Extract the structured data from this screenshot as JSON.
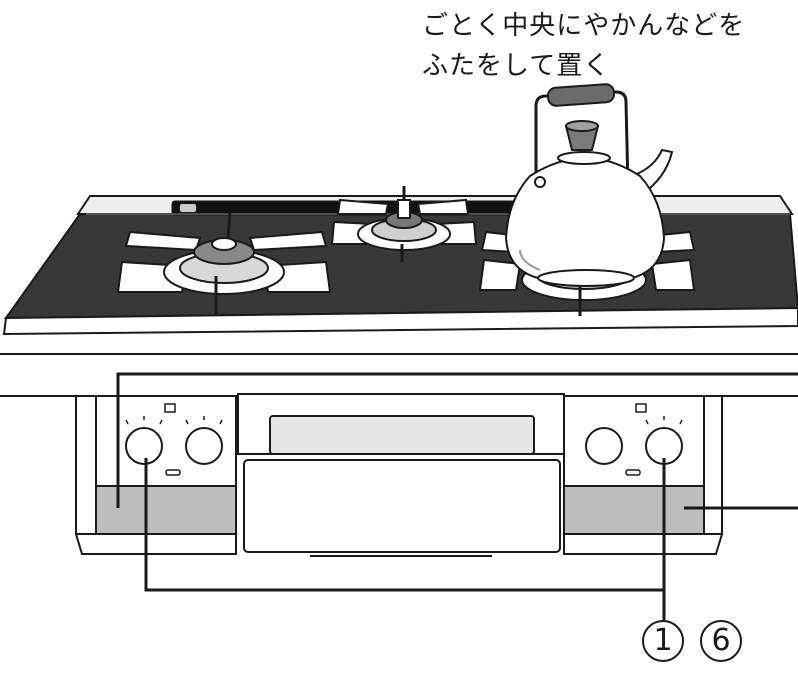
{
  "caption": {
    "line1": "ごとく中央にやかんなどを",
    "line2": "ふたをして置く"
  },
  "callouts": {
    "num1": "1",
    "num6": "6"
  },
  "colors": {
    "stroke": "#1a1a1a",
    "glass_top": "#3a3a3a",
    "panel_gray": "#bdbdbd",
    "window_gray": "#e6e6e6",
    "kettle_handle": "#6b6b6b"
  }
}
